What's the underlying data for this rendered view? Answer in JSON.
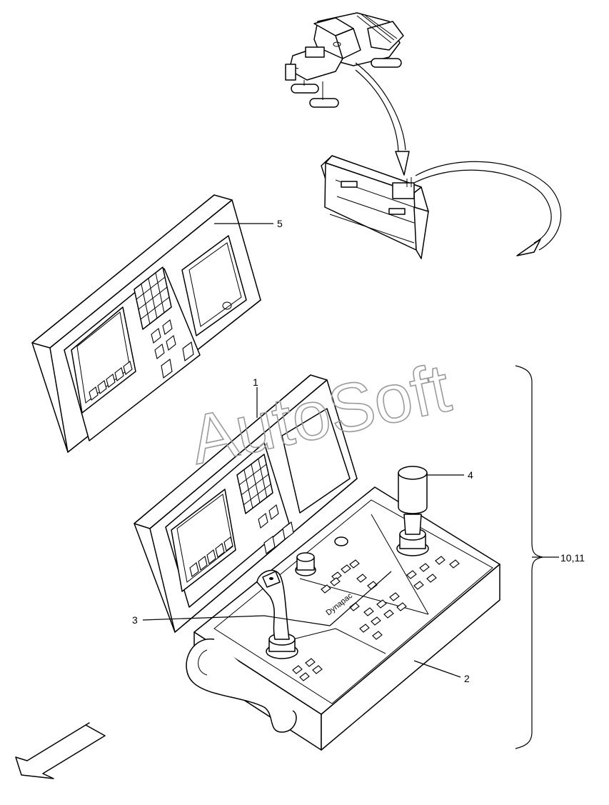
{
  "callouts": {
    "c1": "1",
    "c2": "2",
    "c3": "3",
    "c4": "4",
    "c5": "5",
    "c10_11": "10,11"
  },
  "panel_brand": "Dynapac",
  "watermark": "AutoSoft"
}
